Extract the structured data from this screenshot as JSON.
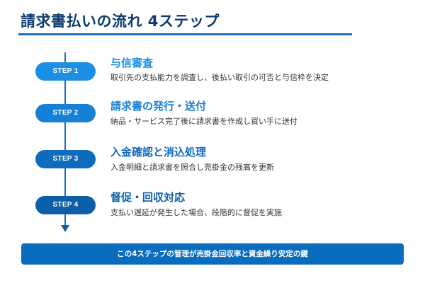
{
  "header": {
    "title": "請求書払いの流れ 4ステップ"
  },
  "colors": {
    "title": "#0d3b6e",
    "rule": "#1a6fbf",
    "line": "#1473c4",
    "banner": "#0a6cbf"
  },
  "steps": [
    {
      "label": "STEP 1",
      "title": "与信審査",
      "description": "取引先の支払能力を調査し、後払い取引の可否と与信枠を決定",
      "color": "#1a8fe3"
    },
    {
      "label": "STEP 2",
      "title": "請求書の発行・送付",
      "description": "納品・サービス完了後に請求書を作成し買い手に送付",
      "color": "#1680d6"
    },
    {
      "label": "STEP 3",
      "title": "入金確認と消込処理",
      "description": "入金明細と請求書を照合し売掛金の残高を更新",
      "color": "#0f6cbd"
    },
    {
      "label": "STEP 4",
      "title": "督促・回収対応",
      "description": "支払い遅延が発生した場合、段階的に督促を実施",
      "color": "#0b5fa8"
    }
  ],
  "footer": {
    "banner": "この4ステップの管理が売掛金回収率と資金繰り安定の鍵"
  }
}
